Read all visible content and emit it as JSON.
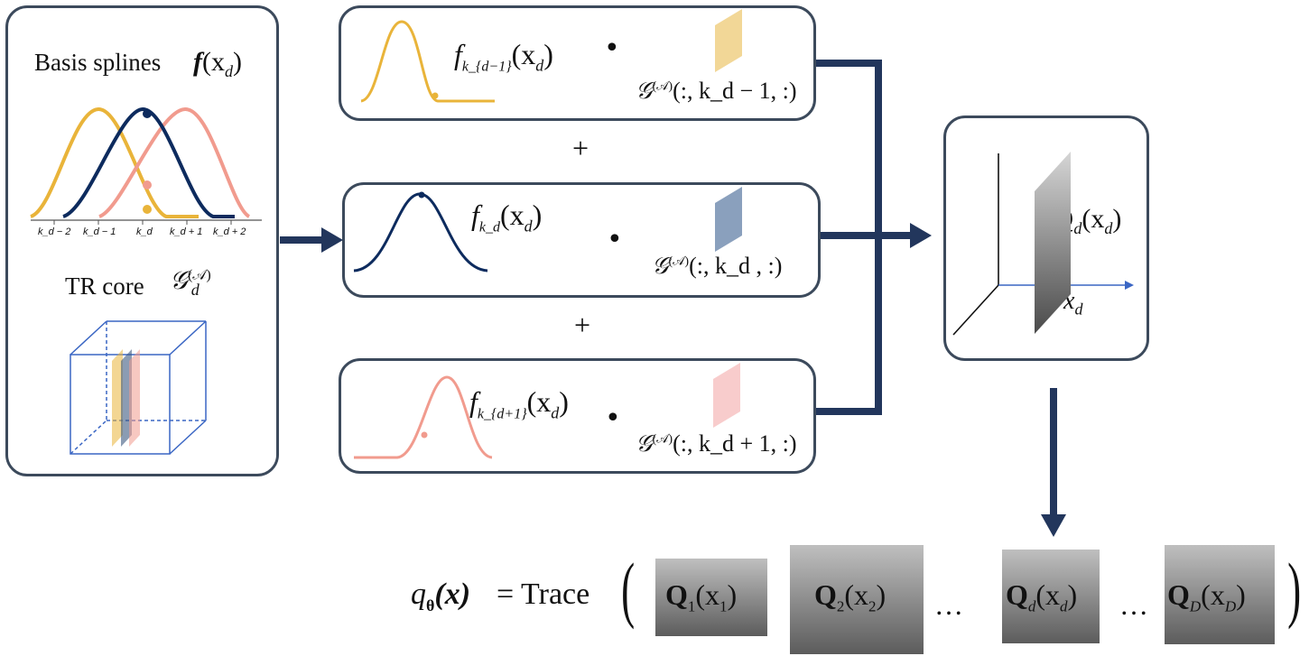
{
  "left_panel": {
    "basis_label": "Basis splines",
    "basis_func": "f",
    "basis_arg": "(x",
    "basis_arg_sub": "d",
    "tick_labels": [
      "k_d − 2",
      "k_d − 1",
      "k_d",
      "k_d + 1",
      "k_d + 2"
    ],
    "tr_label": "TR core",
    "tr_symbol": "𝒢",
    "tr_sub": "d",
    "tr_sup": "(𝒜)"
  },
  "terms": [
    {
      "f_sub": "k_{d−1}",
      "arg": "(x",
      "arg_sub": "d",
      "core": "(:, k_d − 1, :)",
      "color": "#f2d797"
    },
    {
      "f_sub": "k_d",
      "arg": "(x",
      "arg_sub": "d",
      "core": "(:, k_d , :)",
      "color": "#8aa0bd"
    },
    {
      "f_sub": "k_{d+1}",
      "arg": "(x",
      "arg_sub": "d",
      "core": "(:, k_d + 1, :)",
      "color": "#f8cccc"
    }
  ],
  "plus": "+",
  "dot": "•",
  "slice_panel": {
    "label": "Q",
    "label_sub": "d",
    "label_arg": "(x",
    "arg_sub": "d",
    "axis_label": "x",
    "axis_sub": "d"
  },
  "equation": {
    "lhs": "q",
    "lhs_sub": "θ",
    "lhs_arg": "(x)",
    "eq": "= Trace",
    "items": [
      {
        "label": "Q",
        "sub": "1",
        "arg": "(x",
        "arg_sub": "1"
      },
      {
        "label": "Q",
        "sub": "2",
        "arg": "(x",
        "arg_sub": "2"
      },
      {
        "label": "Q",
        "sub": "d",
        "arg": "(x",
        "arg_sub": "d"
      },
      {
        "label": "Q",
        "sub": "D",
        "arg": "(x",
        "arg_sub": "D"
      }
    ],
    "ellipsis": "…"
  },
  "colors": {
    "yellow": "#e9b43a",
    "navy": "#0d2b5e",
    "salmon": "#f19b8e",
    "arrow": "#22365c"
  }
}
